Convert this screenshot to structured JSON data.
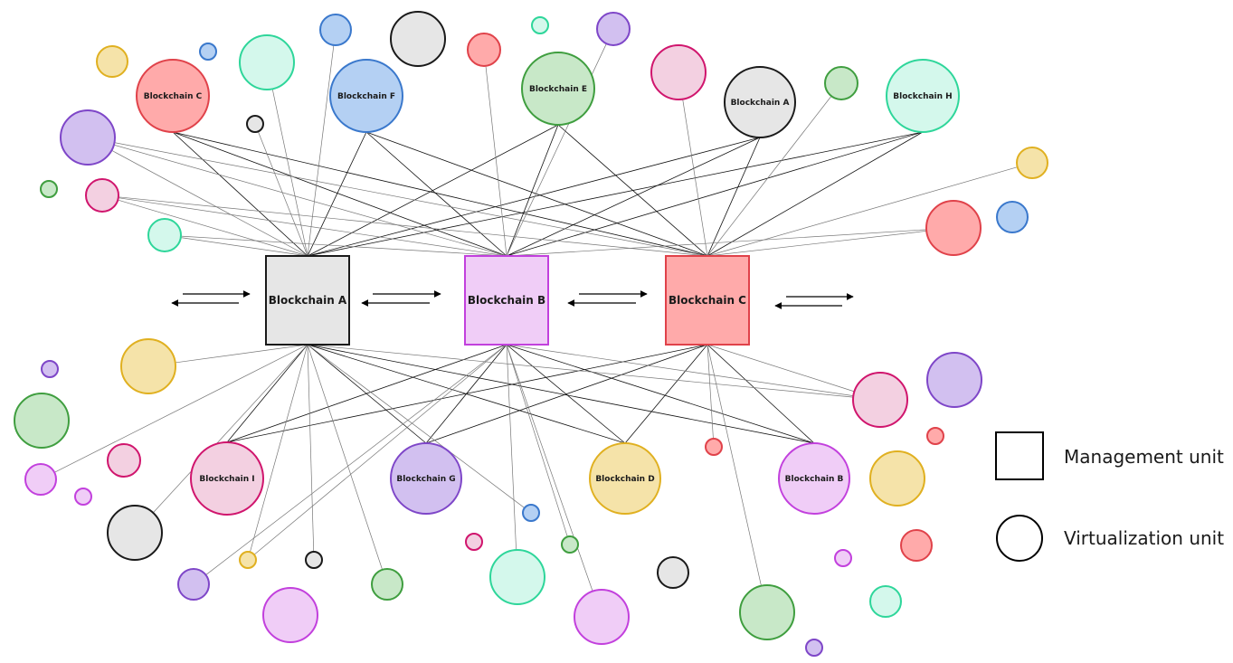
{
  "legend": {
    "management_label": "Management unit",
    "virtualization_label": "Virtualization unit"
  },
  "management_units": [
    {
      "label": "Blockchain A",
      "fill": "#e6e6e6",
      "stroke": "#1a1a1a"
    },
    {
      "label": "Blockchain B",
      "fill": "#f0cdf7",
      "stroke": "#c240dd"
    },
    {
      "label": "Blockchain C",
      "fill": "#ffaaaa",
      "stroke": "#e0424a"
    }
  ],
  "virtualization_units": [
    {
      "label": "Blockchain C",
      "fill": "#ffaaaa",
      "stroke": "#e0424a"
    },
    {
      "label": "Blockchain F",
      "fill": "#b4d0f3",
      "stroke": "#3a78cc"
    },
    {
      "label": "Blockchain E",
      "fill": "#c8e8c8",
      "stroke": "#3f9e3f"
    },
    {
      "label": "Blockchain A",
      "fill": "#e6e6e6",
      "stroke": "#1a1a1a"
    },
    {
      "label": "Blockchain H",
      "fill": "#d4f8ec",
      "stroke": "#2ed69a"
    },
    {
      "label": "Blockchain I",
      "fill": "#f3d0e1",
      "stroke": "#d0156d"
    },
    {
      "label": "Blockchain G",
      "fill": "#d2c0f0",
      "stroke": "#7e46c8"
    },
    {
      "label": "Blockchain D",
      "fill": "#f5e3a9",
      "stroke": "#e0b020"
    },
    {
      "label": "Blockchain B",
      "fill": "#f0cdf7",
      "stroke": "#c240dd"
    }
  ],
  "palette": {
    "gray": {
      "fill": "#e6e6e6",
      "stroke": "#1a1a1a"
    },
    "pink": {
      "fill": "#f3d0e1",
      "stroke": "#d0156d"
    },
    "red": {
      "fill": "#ffaaaa",
      "stroke": "#e0424a"
    },
    "blue": {
      "fill": "#b4d0f3",
      "stroke": "#3a78cc"
    },
    "green": {
      "fill": "#c8e8c8",
      "stroke": "#3f9e3f"
    },
    "mint": {
      "fill": "#d4f8ec",
      "stroke": "#2ed69a"
    },
    "purple": {
      "fill": "#d2c0f0",
      "stroke": "#7e46c8"
    },
    "yellow": {
      "fill": "#f5e3a9",
      "stroke": "#e0b020"
    },
    "violet": {
      "fill": "#f0cdf7",
      "stroke": "#c240dd"
    }
  }
}
